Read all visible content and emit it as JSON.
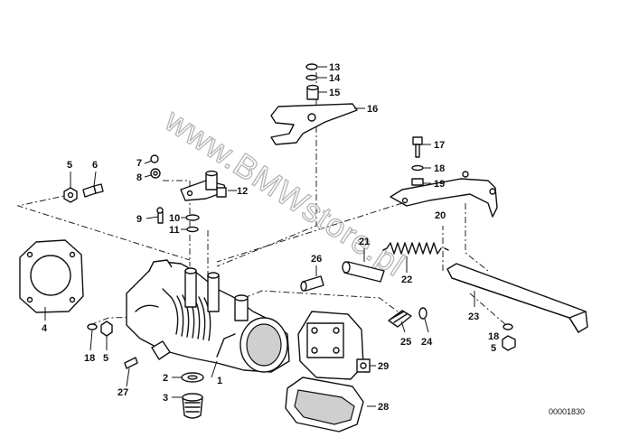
{
  "diagram": {
    "watermark": "www.BMWstore.pl",
    "reference_number": "00001830",
    "callouts": [
      {
        "id": "c1",
        "text": "1"
      },
      {
        "id": "c2",
        "text": "2"
      },
      {
        "id": "c3",
        "text": "3"
      },
      {
        "id": "c4",
        "text": "4"
      },
      {
        "id": "c5a",
        "text": "5"
      },
      {
        "id": "c6",
        "text": "6"
      },
      {
        "id": "c7",
        "text": "7"
      },
      {
        "id": "c8",
        "text": "8"
      },
      {
        "id": "c9",
        "text": "9"
      },
      {
        "id": "c10",
        "text": "10"
      },
      {
        "id": "c11",
        "text": "11"
      },
      {
        "id": "c12",
        "text": "12"
      },
      {
        "id": "c13",
        "text": "13"
      },
      {
        "id": "c14",
        "text": "14"
      },
      {
        "id": "c15",
        "text": "15"
      },
      {
        "id": "c16",
        "text": "16"
      },
      {
        "id": "c17",
        "text": "17"
      },
      {
        "id": "c18a",
        "text": "18"
      },
      {
        "id": "c19",
        "text": "19"
      },
      {
        "id": "c20",
        "text": "20"
      },
      {
        "id": "c21",
        "text": "21"
      },
      {
        "id": "c22",
        "text": "22"
      },
      {
        "id": "c23",
        "text": "23"
      },
      {
        "id": "c24",
        "text": "24"
      },
      {
        "id": "c25",
        "text": "25"
      },
      {
        "id": "c26",
        "text": "26"
      },
      {
        "id": "c27",
        "text": "27"
      },
      {
        "id": "c28",
        "text": "28"
      },
      {
        "id": "c29",
        "text": "29"
      },
      {
        "id": "c18b",
        "text": "18"
      },
      {
        "id": "c5b",
        "text": "5"
      },
      {
        "id": "c18c",
        "text": "18"
      },
      {
        "id": "c5c",
        "text": "5"
      }
    ]
  }
}
